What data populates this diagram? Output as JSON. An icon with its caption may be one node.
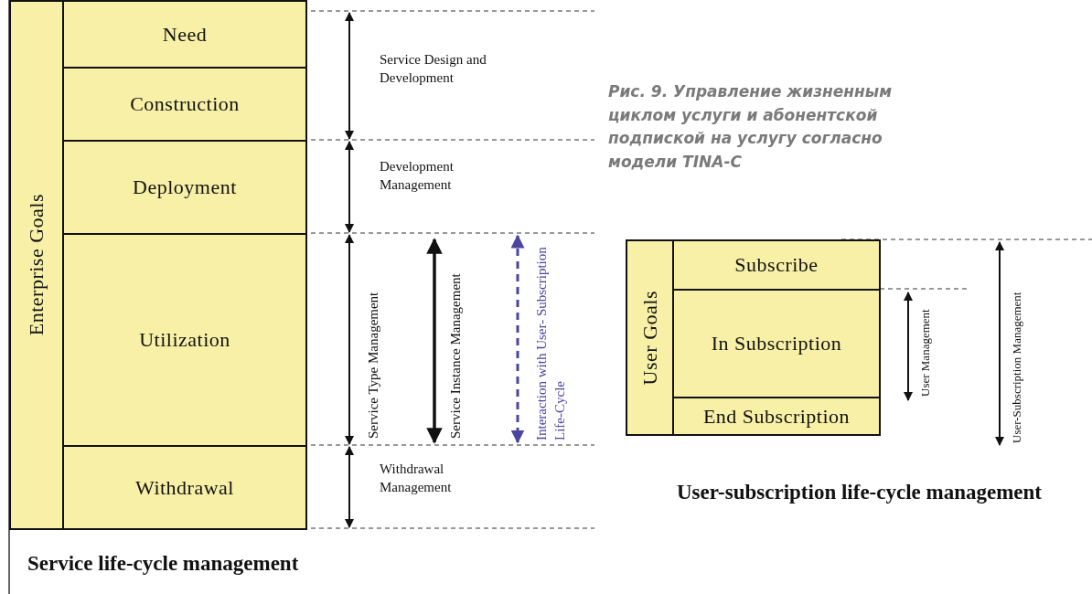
{
  "diagram": {
    "caption": "Рис. 9. Управление жизненным циклом услуги и абонентской подпиской на услугу согласно модели TINA-C",
    "nodes": [
      {
        "text": [
          "Enterprise Goals"
        ]
      },
      {
        "text": [
          "Need"
        ]
      },
      {
        "text": [
          "Construction"
        ]
      },
      {
        "text": [
          "Deployment"
        ]
      },
      {
        "text": [
          "Utilization"
        ]
      },
      {
        "text": [
          "Withdrawal"
        ]
      },
      {
        "text": [
          "User Goals"
        ]
      },
      {
        "text": [
          "Subscribe"
        ]
      },
      {
        "text": [
          "In Subscription"
        ]
      },
      {
        "text": [
          "End Subscription"
        ]
      }
    ],
    "edges": [],
    "labels": [
      "Service Design and Development",
      "Development Management",
      "Service Type Management",
      "Service Instance Management",
      "Interaction with User- Subscription Life-Cycle",
      "Withdrawal Management",
      "Service life-cycle management",
      "User Management",
      "User-Subscription Management",
      "User-subscription life-cycle management"
    ]
  }
}
